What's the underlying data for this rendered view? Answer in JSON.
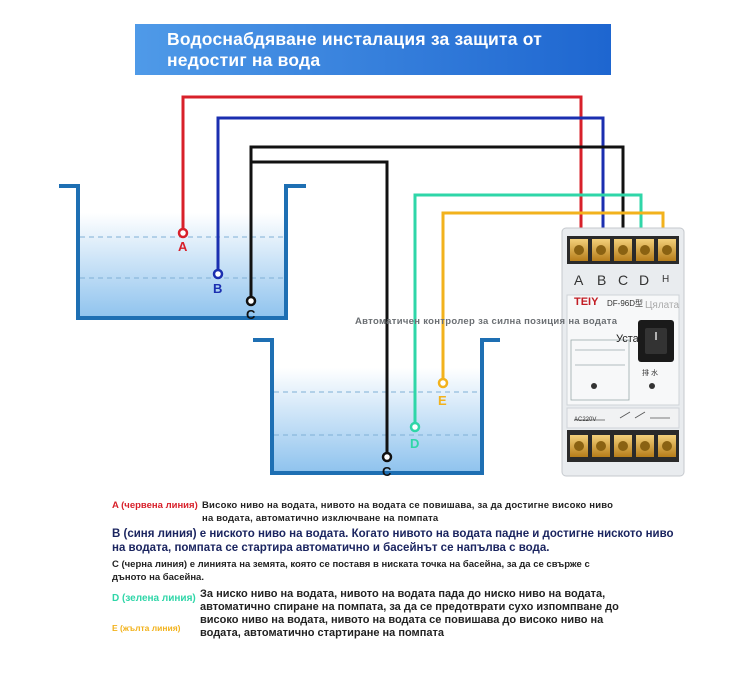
{
  "title_lines": [
    "Водоснабдяване инсталация за защита от",
    "недостиг на вода"
  ],
  "probes": {
    "a": "A",
    "b": "B",
    "c1": "C",
    "c2": "C",
    "d": "D",
    "e": "E"
  },
  "terminals": [
    "A",
    "B",
    "C",
    "D",
    "H"
  ],
  "controller": {
    "brand": "TEIY",
    "model": "DF-96D型",
    "overlay_1": "Автоматичен контролер за силна позиция на водата",
    "overlay_2": "Цялата",
    "overlay_3": "Уста",
    "label_water": "排 水",
    "voltage": "AC220V"
  },
  "legend": {
    "a_label": "A (червена линия)",
    "a_text": "Високо ниво на водата, нивото на водата се повишава, за да достигне високо ниво на водата, автоматично изключване на помпата",
    "b_text": "B (синя линия) е нискотo ниво на водата. Когато нивото на водата падне и достигне ниското ниво на водата, помпата се стартира автоматично и басейнът се напълва с вода.",
    "c_text": "C (черна линия) е линията на земята, която се поставя в ниската точка на басейна, за да се свърже с дъното на басейна.",
    "d_label": "D (зелена линия)",
    "e_label": "E (жълта линия)",
    "de_text": "За ниско ниво на водата, нивото на водата пада до ниско ниво на водата, автоматично спиране на помпата, за да се предотврати сухо изпомпване до високо ниво на водата, нивото на водата се повишава до високо ниво на водата, автоматично стартиране на помпата"
  },
  "colors": {
    "red": "#d8202a",
    "blue": "#1b2fb0",
    "black": "#111111",
    "green": "#2fd6a8",
    "yellow": "#f2b21c",
    "tank": "#1e6fb3",
    "banner": "#2a74d8"
  }
}
